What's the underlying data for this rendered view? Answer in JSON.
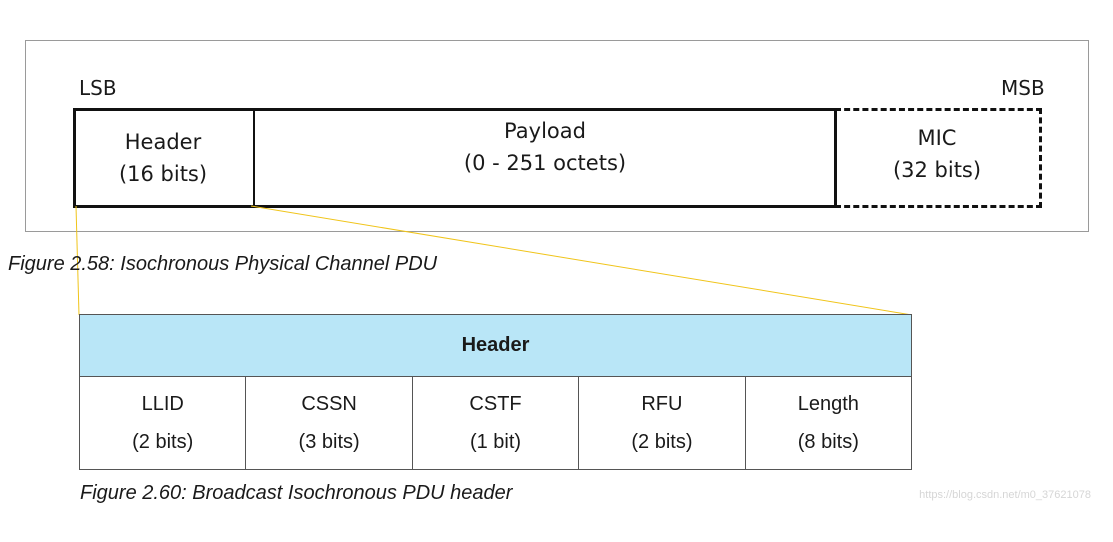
{
  "figure_pdu": {
    "lsb_label": "LSB",
    "msb_label": "MSB",
    "fields": [
      {
        "name": "Header",
        "size": "(16 bits)"
      },
      {
        "name": "Payload",
        "size": "(0 - 251 octets)"
      },
      {
        "name": "MIC",
        "size": "(32 bits)"
      }
    ],
    "caption": "Figure 2.58:  Isochronous Physical Channel PDU"
  },
  "figure_header": {
    "title": "Header",
    "fields": [
      {
        "name": "LLID",
        "size": "(2 bits)"
      },
      {
        "name": "CSSN",
        "size": "(3 bits)"
      },
      {
        "name": "CSTF",
        "size": "(1 bit)"
      },
      {
        "name": "RFU",
        "size": "(2 bits)"
      },
      {
        "name": "Length",
        "size": "(8 bits)"
      }
    ],
    "caption": "Figure 2.60:  Broadcast Isochronous PDU header"
  },
  "watermark": "https://blog.csdn.net/m0_37621078",
  "colors": {
    "header_fill": "#b9e6f7",
    "zoom_line": "#f0c419"
  }
}
